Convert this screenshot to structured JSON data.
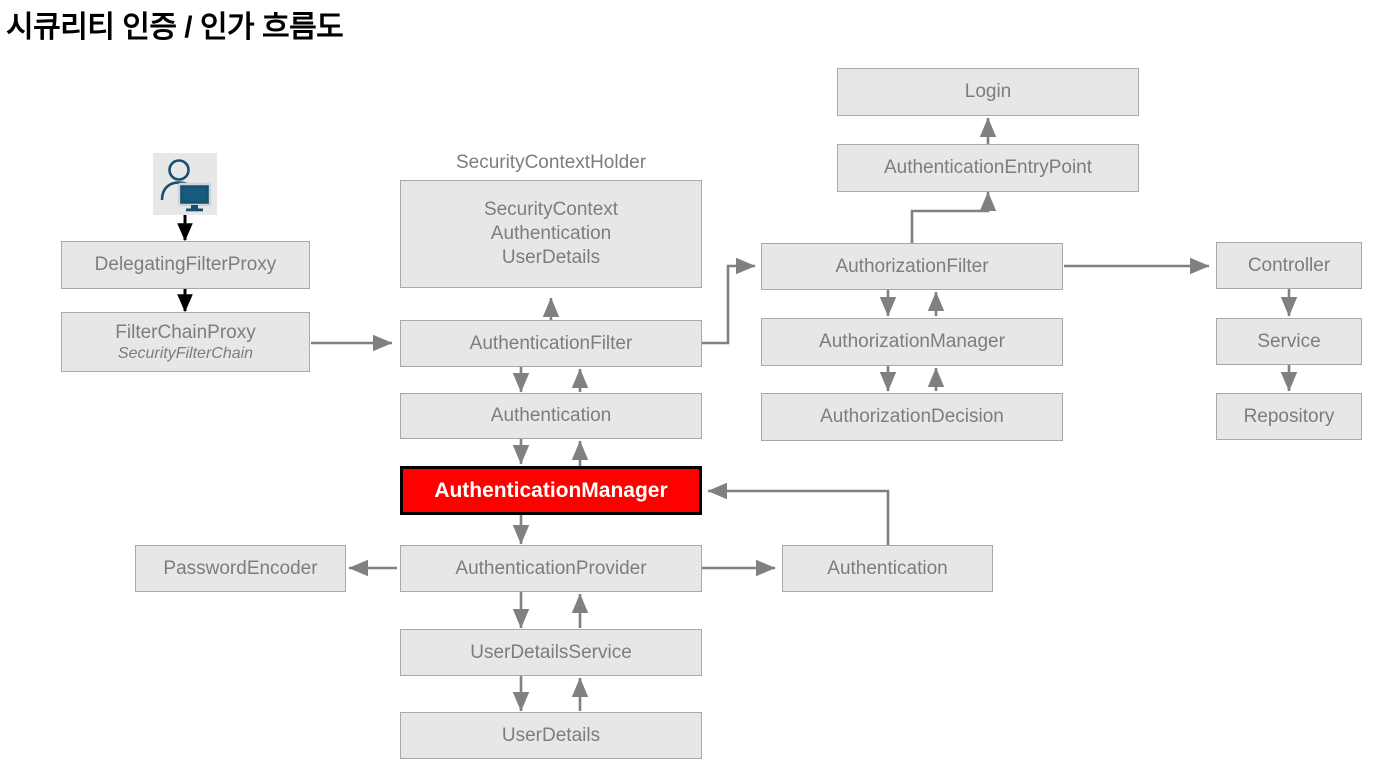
{
  "title": "시큐리티 인증 / 인가 흐름도",
  "diagram": {
    "type": "flowchart",
    "colors": {
      "node_fill": "#e7e7e7",
      "node_border": "#a8a8a8",
      "node_text": "#7d7d7d",
      "highlight_fill": "#ff0000",
      "highlight_border": "#000000",
      "highlight_text": "#ffffff",
      "arrow_gray": "#808080",
      "arrow_black": "#000000",
      "icon_teal": "#16506e"
    },
    "group_labels": [
      {
        "id": "security-context-holder",
        "text": "SecurityContextHolder"
      }
    ],
    "nodes": [
      {
        "id": "user",
        "label": "",
        "icon": "user-computer-icon"
      },
      {
        "id": "delegating-filter-proxy",
        "label": "DelegatingFilterProxy"
      },
      {
        "id": "filter-chain-proxy",
        "label": "FilterChainProxy",
        "sub": "SecurityFilterChain"
      },
      {
        "id": "security-context",
        "label": "SecurityContext\nAuthentication\nUserDetails",
        "lines": [
          "SecurityContext",
          "Authentication",
          "UserDetails"
        ]
      },
      {
        "id": "authentication-filter",
        "label": "AuthenticationFilter"
      },
      {
        "id": "authentication-center",
        "label": "Authentication"
      },
      {
        "id": "authentication-manager",
        "label": "AuthenticationManager",
        "highlight": true
      },
      {
        "id": "password-encoder",
        "label": "PasswordEncoder"
      },
      {
        "id": "authentication-provider",
        "label": "AuthenticationProvider"
      },
      {
        "id": "authentication-right",
        "label": "Authentication"
      },
      {
        "id": "user-details-service",
        "label": "UserDetailsService"
      },
      {
        "id": "user-details",
        "label": "UserDetails"
      },
      {
        "id": "login",
        "label": "Login"
      },
      {
        "id": "authentication-entry-point",
        "label": "AuthenticationEntryPoint"
      },
      {
        "id": "authorization-filter",
        "label": "AuthorizationFilter"
      },
      {
        "id": "authorization-manager",
        "label": "AuthorizationManager"
      },
      {
        "id": "authorization-decision",
        "label": "AuthorizationDecision"
      },
      {
        "id": "controller",
        "label": "Controller"
      },
      {
        "id": "service",
        "label": "Service"
      },
      {
        "id": "repository",
        "label": "Repository"
      }
    ],
    "edges": [
      {
        "from": "user",
        "to": "delegating-filter-proxy",
        "style": "black"
      },
      {
        "from": "delegating-filter-proxy",
        "to": "filter-chain-proxy",
        "style": "black"
      },
      {
        "from": "filter-chain-proxy",
        "to": "authentication-filter",
        "style": "gray"
      },
      {
        "from": "authentication-filter",
        "to": "security-context",
        "style": "gray"
      },
      {
        "from": "authentication-filter",
        "to": "authentication-center",
        "style": "gray"
      },
      {
        "from": "authentication-center",
        "to": "authentication-filter",
        "style": "gray"
      },
      {
        "from": "authentication-center",
        "to": "authentication-manager",
        "style": "gray"
      },
      {
        "from": "authentication-manager",
        "to": "authentication-center",
        "style": "gray"
      },
      {
        "from": "authentication-manager",
        "to": "authentication-provider",
        "style": "gray"
      },
      {
        "from": "authentication-provider",
        "to": "password-encoder",
        "style": "gray"
      },
      {
        "from": "authentication-provider",
        "to": "authentication-right",
        "style": "gray"
      },
      {
        "from": "authentication-right",
        "to": "authentication-manager",
        "style": "gray"
      },
      {
        "from": "authentication-provider",
        "to": "user-details-service",
        "style": "gray"
      },
      {
        "from": "user-details-service",
        "to": "authentication-provider",
        "style": "gray"
      },
      {
        "from": "user-details-service",
        "to": "user-details",
        "style": "gray"
      },
      {
        "from": "user-details",
        "to": "user-details-service",
        "style": "gray"
      },
      {
        "from": "authentication-filter",
        "to": "authorization-filter",
        "style": "gray"
      },
      {
        "from": "authorization-filter",
        "to": "authentication-entry-point",
        "style": "gray"
      },
      {
        "from": "authentication-entry-point",
        "to": "login",
        "style": "gray"
      },
      {
        "from": "authorization-filter",
        "to": "authorization-manager",
        "style": "gray"
      },
      {
        "from": "authorization-manager",
        "to": "authorization-filter",
        "style": "gray"
      },
      {
        "from": "authorization-manager",
        "to": "authorization-decision",
        "style": "gray"
      },
      {
        "from": "authorization-decision",
        "to": "authorization-manager",
        "style": "gray"
      },
      {
        "from": "authorization-filter",
        "to": "controller",
        "style": "gray"
      },
      {
        "from": "controller",
        "to": "service",
        "style": "gray"
      },
      {
        "from": "service",
        "to": "repository",
        "style": "gray"
      }
    ]
  }
}
